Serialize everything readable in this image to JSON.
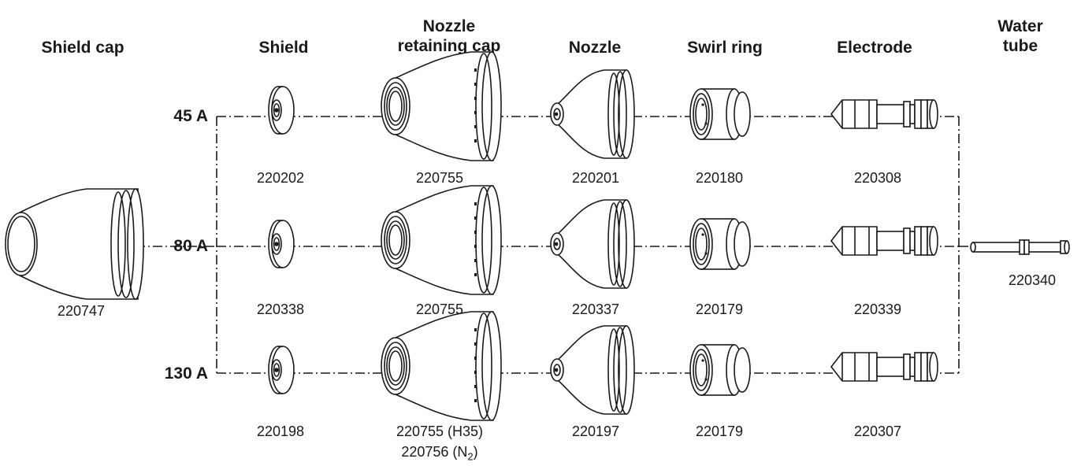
{
  "headers": {
    "shield_cap": "Shield cap",
    "shield": "Shield",
    "nozzle_retaining_cap_line1": "Nozzle",
    "nozzle_retaining_cap_line2": "retaining cap",
    "nozzle": "Nozzle",
    "swirl_ring": "Swirl ring",
    "electrode": "Electrode",
    "water_tube_line1": "Water",
    "water_tube_line2": "tube"
  },
  "currents": [
    "45 A",
    "80 A",
    "130 A"
  ],
  "shield_cap_part": "220747",
  "water_tube_part": "220340",
  "rows": [
    {
      "shield": "220202",
      "retaining_cap": "220755",
      "nozzle": "220201",
      "swirl_ring": "220180",
      "electrode": "220308"
    },
    {
      "shield": "220338",
      "retaining_cap": "220755",
      "nozzle": "220337",
      "swirl_ring": "220179",
      "electrode": "220339"
    },
    {
      "shield": "220198",
      "retaining_cap": "220755 (H35)",
      "retaining_cap_alt_prefix": "220756 (N",
      "retaining_cap_alt_sub": "2",
      "retaining_cap_alt_suffix": ")",
      "nozzle": "220197",
      "swirl_ring": "220179",
      "electrode": "220307"
    }
  ]
}
